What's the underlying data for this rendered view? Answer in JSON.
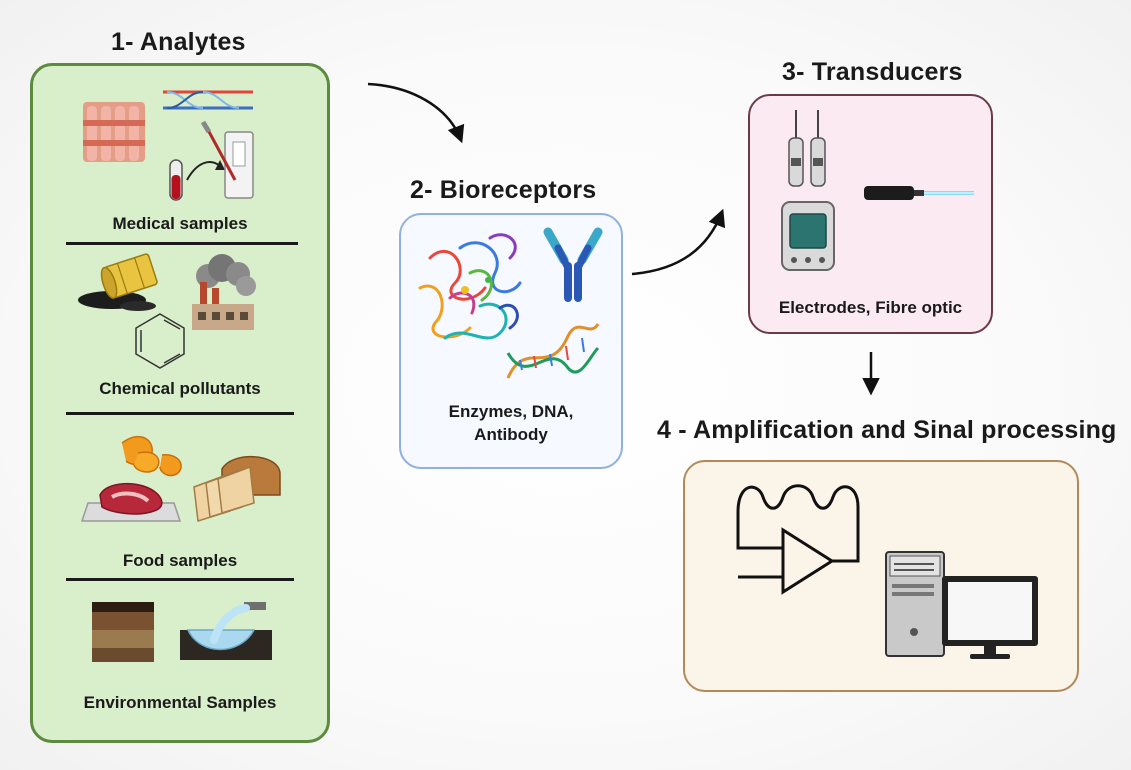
{
  "analytes": {
    "title": "1- Analytes",
    "categories": [
      "Medical samples",
      "Chemical pollutants",
      "Food samples",
      "Environmental Samples"
    ]
  },
  "bioreceptors": {
    "title": "2- Bioreceptors",
    "caption_line1": "Enzymes, DNA,",
    "caption_line2": "Antibody"
  },
  "transducers": {
    "title": "3- Transducers",
    "caption": "Electrodes, Fibre optic"
  },
  "amplification": {
    "title": "4 - Amplification and Sinal processing"
  },
  "colors": {
    "analytes_fill": "#d9eecb",
    "analytes_border": "#5c8a3e",
    "bioreceptors_border": "#8fb0e0",
    "transducers_fill": "#fbeaf2",
    "transducers_border": "#6b3a47",
    "amplification_fill": "#fbf4e8",
    "amplification_border": "#b3895a"
  }
}
